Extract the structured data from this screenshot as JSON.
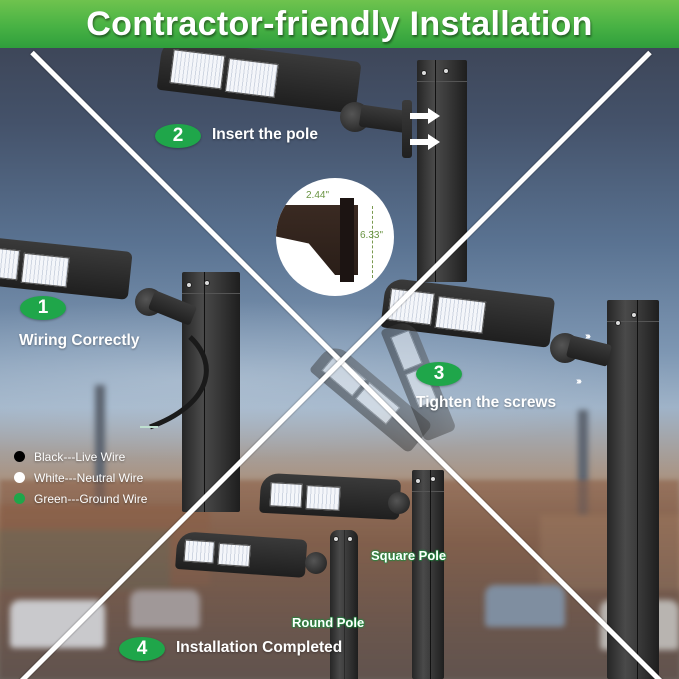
{
  "header": {
    "title": "Contractor-friendly Installation",
    "color": "#48b244"
  },
  "steps": [
    {
      "number": "1",
      "label": "Wiring Correctly"
    },
    {
      "number": "2",
      "label": "Insert the pole"
    },
    {
      "number": "3",
      "label": "Tighten the screws"
    },
    {
      "number": "4",
      "label": "Installation Completed"
    }
  ],
  "badge_color": "#1fa64a",
  "bracket_dimensions": {
    "width": "2.44\"",
    "height": "6.33\""
  },
  "wiring_legend": [
    {
      "color_name": "Black",
      "color": "#000000",
      "text": "Black---Live Wire"
    },
    {
      "color_name": "White",
      "color": "#ffffff",
      "text": "White---Neutral Wire"
    },
    {
      "color_name": "Green",
      "color": "#1fa64a",
      "text": "Green---Ground Wire"
    }
  ],
  "pole_types": {
    "square": "Square Pole",
    "round": "Round Pole"
  },
  "icons": {
    "insert_arrows": "right-arrow-icon",
    "screw_chevrons": "triple-chevron-right-icon"
  }
}
